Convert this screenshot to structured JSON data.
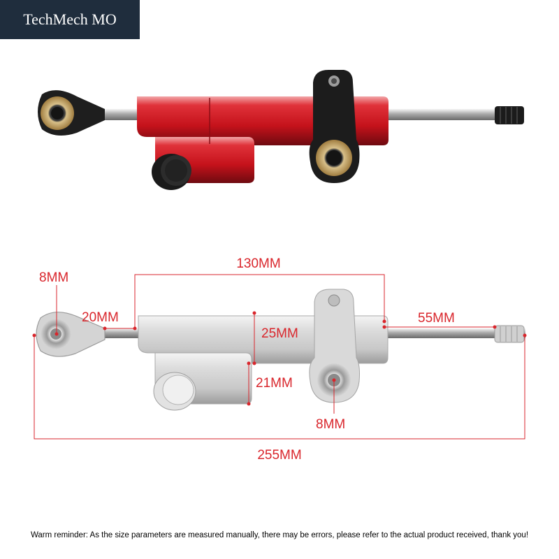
{
  "brand": {
    "name": "TechMech MO",
    "background": "#1f2d3d"
  },
  "product": {
    "body_color": "#d9262c",
    "diagram_color": "#d9262c"
  },
  "dimensions": {
    "total_length": "255MM",
    "body_length": "130MM",
    "rod_end_eye": "8MM",
    "mount_eye": "8MM",
    "rod_end_neck": "20MM",
    "body_height": "25MM",
    "reservoir_height": "21MM",
    "rod_extension": "55MM"
  },
  "reminder": "Warm reminder: As the size parameters are measured manually, there may be errors, please refer to the actual product received, thank you!"
}
